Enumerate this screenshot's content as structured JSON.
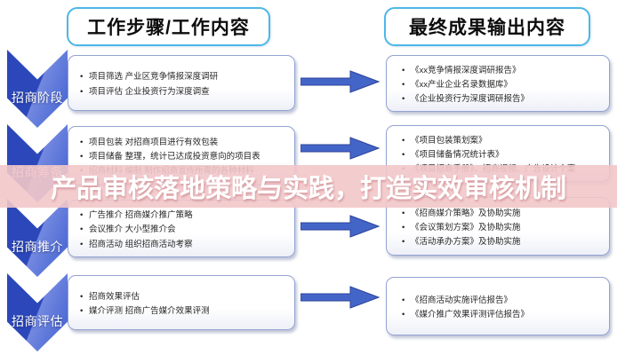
{
  "overlay": {
    "title": "产品审核落地策略与实践，打造实效审核机制"
  },
  "headers": {
    "work": "工作步骤/工作内容",
    "output": "最终成果输出内容"
  },
  "stages": [
    {
      "label": "招商阶段",
      "work": [
        "项目筛选 产业区竞争情报深度调研",
        "项目评估 企业投资行为深度调查"
      ],
      "output": [
        "《xx竞争情报深度调研报告》",
        "《xx产业企业名录数据库》",
        "《企业投资行为深度调研报告》"
      ]
    },
    {
      "label": "招商筹备",
      "work": [
        "项目包装 对招商项目进行有效包装",
        "项目储备 整理，统计已达成投资意向的项目表",
        "招商材料 编制 制作招商宣传所需的各种材料"
      ],
      "output": [
        "《项目包装策划案》",
        "《项目储备情况统计表》",
        "《项目招商手册》、招商视频、广告设计个案"
      ]
    },
    {
      "label": "招商推介",
      "work": [
        "广告推介 招商媒介推广策略",
        "会议推介 大小型推介会",
        "招商活动 组织招商活动考察"
      ],
      "output": [
        "《招商媒介策略》及协助实施",
        "《会议策划方案》及协助实施",
        "《活动承办方案》及协助实施"
      ]
    },
    {
      "label": "招商评估",
      "work": [
        "招商效果评估",
        "媒介评测 招商广告媒介效果评测"
      ],
      "output": [
        "《招商活动实施评估报告》",
        "《媒介推广效果评测评估报告》"
      ]
    }
  ],
  "colors": {
    "chevron_blue": "#2b47ba",
    "chevron_highlight": "#7389e0",
    "arrow_fill": "#4465c8",
    "arrow_stroke": "#2c4398",
    "header_border": "#4db7e6",
    "box_border": "#93a3d2",
    "banner_pink": "#f2c7c9",
    "banner_text": "#ffffff"
  }
}
